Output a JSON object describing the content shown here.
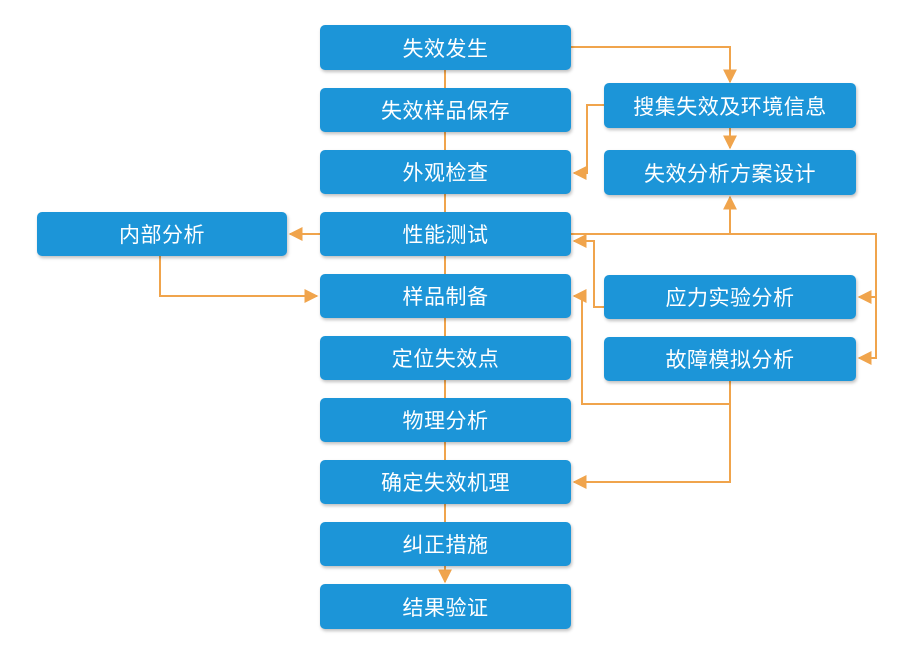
{
  "colors": {
    "node_fill": "#1c95d8",
    "node_text": "#ffffff",
    "connector": "#f0a44c",
    "background": "#ffffff"
  },
  "nodes": {
    "failure_occurs": "失效发生",
    "sample_preservation": "失效样品保存",
    "visual_inspection": "外观检查",
    "performance_test": "性能测试",
    "sample_preparation": "样品制备",
    "locate_failure_point": "定位失效点",
    "physical_analysis": "物理分析",
    "determine_mechanism": "确定失效机理",
    "corrective_measures": "纠正措施",
    "result_verification": "结果验证",
    "internal_analysis": "内部分析",
    "collect_info": "搜集失效及环境信息",
    "analysis_plan_design": "失效分析方案设计",
    "stress_test_analysis": "应力实验分析",
    "fault_simulation_analysis": "故障模拟分析"
  }
}
